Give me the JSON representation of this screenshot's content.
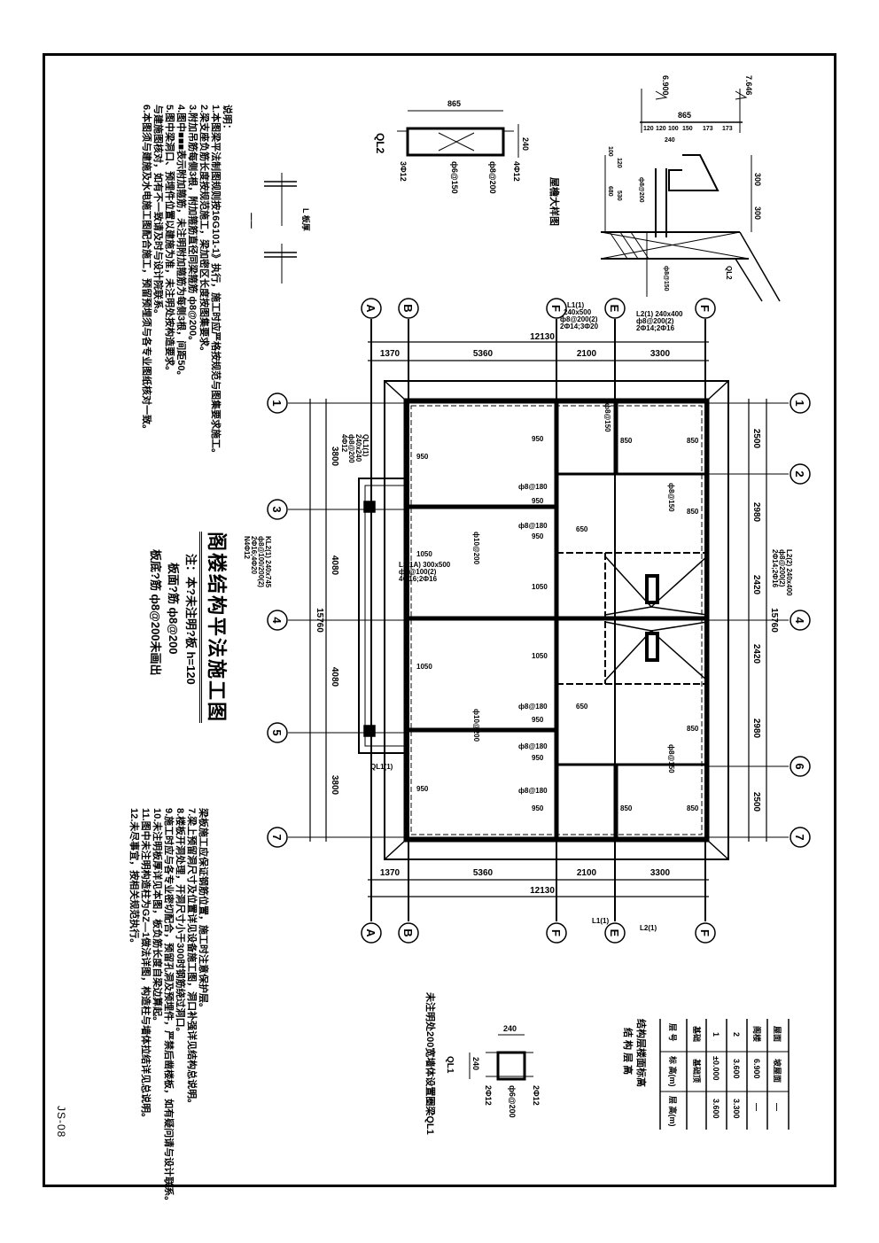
{
  "sheet": {
    "drawing_number": "JS-08",
    "title": "阁楼结构平法施工图",
    "title_notes": [
      "注：本?未注明?板 h=120",
      "板面?筋 ф8@200",
      "板底?筋 ф8@200未画出"
    ]
  },
  "general_notes": {
    "heading": "说明：",
    "items": [
      "1.本图梁平法制图规则按16G101-1》执行，施工时应严格按规范与图集要求施工。",
      "2.梁支座负筋长度按规范施工，梁加密区长度按图集要求。",
      "3.附加吊筋每侧3根，附加箍筋直径同梁箍筋 ф8@200。",
      "4.图中■■■表示附加箍筋，未注明附加箍筋为每侧3根，间距50。",
      "5.图中梁洞口、预埋件位置以建施为准，未注明处按构造要求。",
      "  与建施图核对，如有不一致请及时与设计院联系。",
      "6.本图须与建施及水电施工图配合施工，预留预埋须与各专业图纸核对一致。"
    ],
    "items_b": [
      "梁板施工应保证钢筋位置，施工时注意保护层。",
      "7.梁上预留洞尺寸及位置详见设备施工图，洞口补强详见结构总说明。",
      "8.楼板开洞处理，开洞尺寸小于300时钢筋绕过洞口。",
      "9.施工时应与各专业密切配合，预留孔洞及预埋件，严禁后凿楼板，如有疑问请与设计联系。",
      "10.未注明板厚详见本图，板负筋长度自梁边算起。",
      "11.图中未注明构造柱为GZ—1做法详图，构造柱与墙体拉结详见总说明。",
      "12.未尽事宜，按相关规范执行。"
    ]
  },
  "axes": {
    "horizontal": [
      "A",
      "B",
      "F",
      "E",
      "F"
    ],
    "vertical": [
      "1",
      "2",
      "3",
      "4",
      "5",
      "6",
      "7"
    ]
  },
  "dimensions": {
    "top_segments": [
      "1370",
      "5360",
      "2100",
      "3300"
    ],
    "top_total": "12130",
    "bottom_segments": [
      "1370",
      "5360",
      "2100",
      "3300"
    ],
    "bottom_total": "12130",
    "left_segments": [
      "3800",
      "4080",
      "4080",
      "3800"
    ],
    "left_total": "15760",
    "right_segments": [
      "2500",
      "2980",
      "2420",
      "2420",
      "2980",
      "2500"
    ],
    "right_total": "15760"
  },
  "beams": {
    "L1_top": [
      "L1(1)",
      "240x500",
      "ф8@200(2)",
      "2Ф14;3Ф20"
    ],
    "L2_top": [
      "L2(1) 240x400",
      "ф8@200(2)",
      "2Ф14;2Ф16"
    ],
    "L2_right": [
      "L2(2) 240x400",
      "ф8@200(2)",
      "2Ф14;2Ф16"
    ],
    "KL_left": [
      "KL2(1) 240x745",
      "ф8@100/200(2)",
      "2Ф16;4Ф20",
      "N4Ф12"
    ],
    "LL_mid": [
      "L3(1A) 300x500",
      "ф8@100(2)",
      "4Ф16;2Ф16"
    ],
    "QL_top": [
      "QL1(1)",
      "240x240",
      "ф8@200",
      "4Ф12"
    ],
    "L1_bottom": "L1(1)",
    "L2_bottom": "L2(1)",
    "QL1_bottom": "QL1(1)"
  },
  "slab_marks": {
    "a": "850",
    "b": "950",
    "c": "1050",
    "d": "650",
    "rebar_a": "ф8@180",
    "rebar_b": "ф10@200",
    "rebar_c": "ф8@150"
  },
  "details": {
    "ql2": {
      "label": "QL2",
      "width": "865",
      "height": "240",
      "rebar": [
        "3Ф12",
        "ф6@150",
        "4Ф12",
        "ф8@200"
      ]
    },
    "eave": {
      "label": "屋檐大样图",
      "elev_left": "6.900",
      "elev_right": "7.646",
      "total": "865",
      "segments": [
        "120",
        "120",
        "100",
        "150",
        "173",
        "173"
      ],
      "sub": "240",
      "heights": [
        "300",
        "300"
      ],
      "left_dims": [
        "100",
        "120",
        "530",
        "680"
      ],
      "rebar": [
        "ф8@200",
        "ф8@150"
      ],
      "tag": "QL2"
    },
    "section_1": {
      "label": "一一",
      "tag": "L 板厚"
    },
    "ql1": {
      "label": "QL1",
      "width": "240",
      "height": "240",
      "rebar": [
        "2Ф12",
        "ф6@200",
        "2Ф12"
      ],
      "note": "未注明处200宽墙体设置圈梁QL1"
    }
  },
  "level_table": {
    "title": "结构层楼面标高",
    "subtitle": "结 构 层 高",
    "headers": [
      "层 号",
      "标 高(m)",
      "层 高(m)"
    ],
    "rows": [
      [
        "基础",
        "基础顶",
        ""
      ],
      [
        "1",
        "±0.000",
        "3.600"
      ],
      [
        "2",
        "3.600",
        "3.300"
      ],
      [
        "阁楼",
        "6.900",
        "—"
      ],
      [
        "屋面",
        "坡屋面",
        "—"
      ]
    ]
  }
}
